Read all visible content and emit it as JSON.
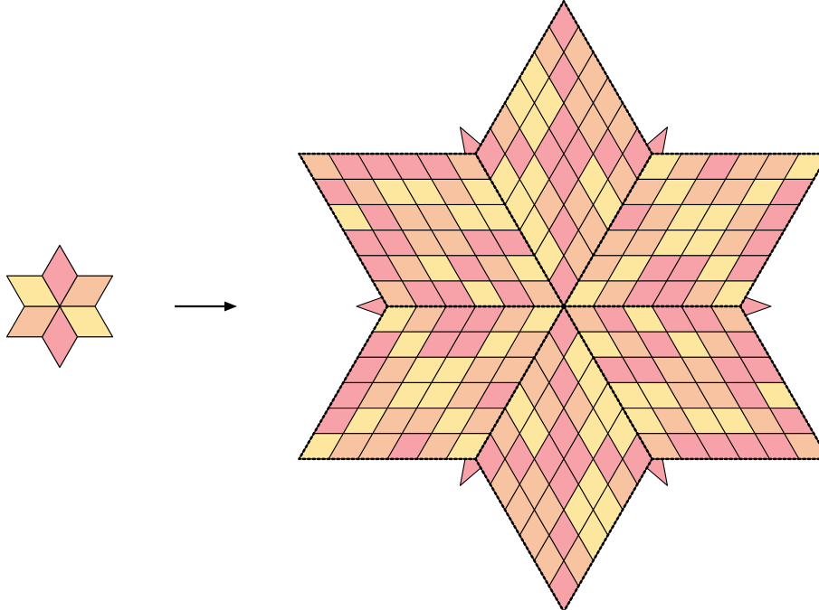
{
  "figure": {
    "type": "substitution-tiling-diagram",
    "caption": ""
  },
  "tiles": {
    "kinds": [
      "pink-thin-rhombus",
      "yellow-rhombus",
      "orange-rhombus"
    ],
    "colors": {
      "pink": "#f7a1a8",
      "yellow": "#fde79f",
      "orange": "#f8c3a0",
      "stroke": "#000000"
    }
  },
  "small_star": {
    "rhombus_count": 6,
    "color_order": [
      "pink",
      "orange",
      "yellow",
      "pink",
      "orange",
      "yellow"
    ]
  },
  "arrow": {
    "direction": "right",
    "meaning": "substitution"
  },
  "large_star": {
    "arms": 6,
    "arm_colors": [
      "pink",
      "yellow",
      "orange",
      "pink",
      "yellow",
      "orange"
    ],
    "subdivision": 6,
    "outline_style": "dotted",
    "overhang_tile_color": "pink"
  }
}
